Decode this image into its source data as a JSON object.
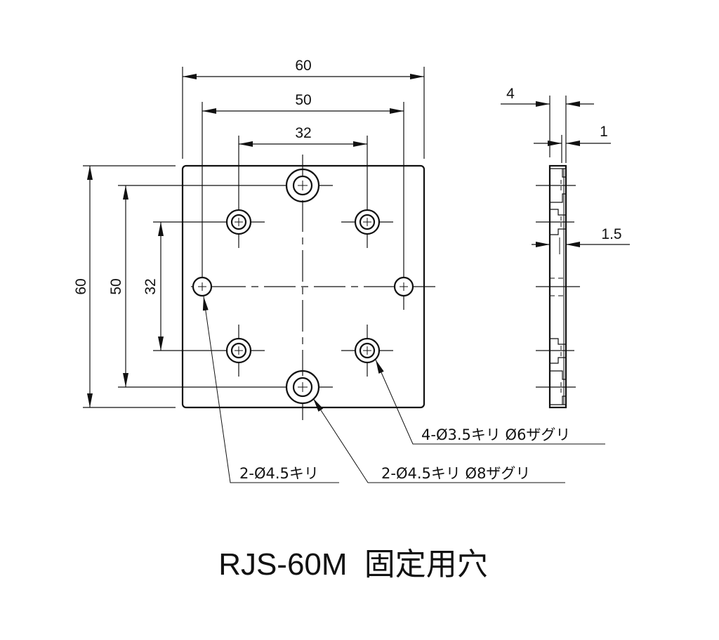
{
  "title": {
    "model": "RJS-60M",
    "label": "固定用穴"
  },
  "front_view": {
    "dimensions": {
      "horizontal": [
        "60",
        "50",
        "32"
      ],
      "vertical": [
        "60",
        "50",
        "32"
      ]
    },
    "callouts": [
      {
        "text": "4-Ø3.5キリ Ø6ザグリ",
        "target": "4 counterbored holes"
      },
      {
        "text": "2-Ø4.5キリ",
        "target": "2 through holes"
      },
      {
        "text": "2-Ø4.5キリ Ø8ザグリ",
        "target": "2 large counterbored holes"
      }
    ]
  },
  "side_view": {
    "dimensions": {
      "thickness": "4",
      "step": "1",
      "counterbore_depth": "1.5"
    }
  },
  "colors": {
    "line": "#111111",
    "background": "#ffffff"
  }
}
